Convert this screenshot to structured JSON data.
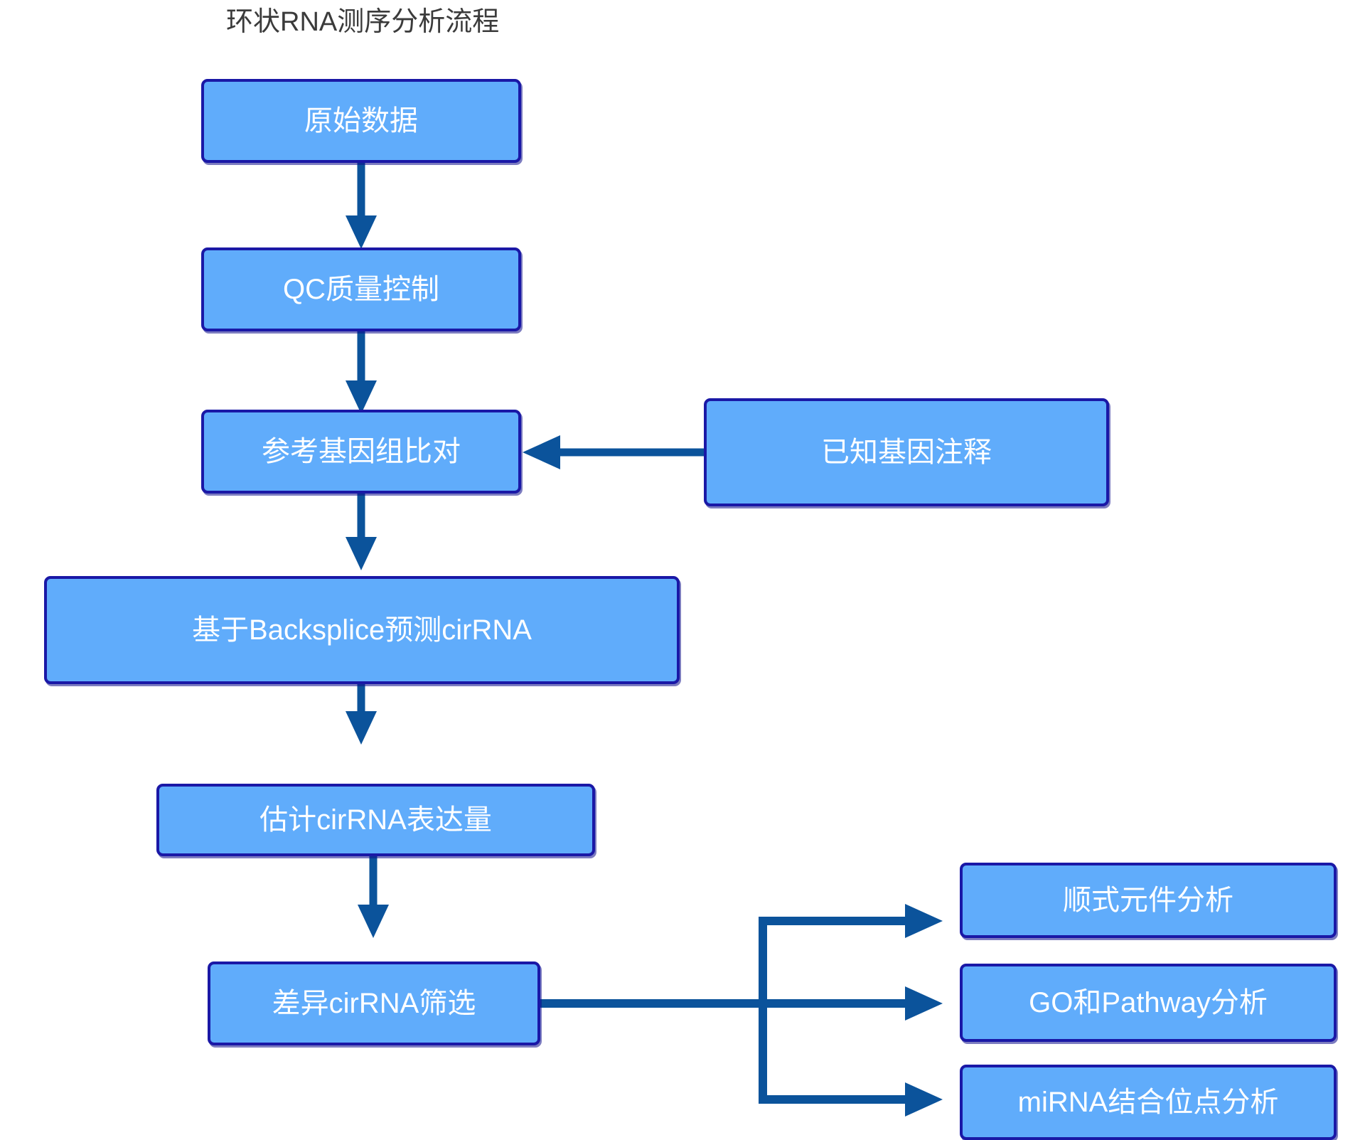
{
  "diagram": {
    "title": "环状RNA测序分析流程",
    "type": "flowchart",
    "colors": {
      "node_fill": "#60ACFB",
      "node_border": "#1A18A6",
      "node_text": "#FFFFFF",
      "connector": "#0B539B",
      "title_text": "#3B3B3B",
      "background": "#FFFFFF"
    },
    "nodes": [
      {
        "id": "raw_data",
        "label": "原始数据"
      },
      {
        "id": "qc",
        "label": "QC质量控制"
      },
      {
        "id": "genome_align",
        "label": "参考基因组比对"
      },
      {
        "id": "gene_annotation",
        "label": "已知基因注释"
      },
      {
        "id": "backsplice",
        "label": "基于Backsplice预测cirRNA"
      },
      {
        "id": "expression",
        "label": "估计cirRNA表达量"
      },
      {
        "id": "diff_screen",
        "label": "差异cirRNA筛选"
      },
      {
        "id": "cis_element",
        "label": "顺式元件分析"
      },
      {
        "id": "go_pathway",
        "label": "GO和Pathway分析"
      },
      {
        "id": "mirna_site",
        "label": "miRNA结合位点分析"
      }
    ],
    "edges": [
      {
        "from": "raw_data",
        "to": "qc",
        "direction": "down"
      },
      {
        "from": "qc",
        "to": "genome_align",
        "direction": "down"
      },
      {
        "from": "gene_annotation",
        "to": "genome_align",
        "direction": "left"
      },
      {
        "from": "genome_align",
        "to": "backsplice",
        "direction": "down"
      },
      {
        "from": "backsplice",
        "to": "expression",
        "direction": "down"
      },
      {
        "from": "expression",
        "to": "diff_screen",
        "direction": "down"
      },
      {
        "from": "diff_screen",
        "to": "cis_element",
        "direction": "right-branch-up"
      },
      {
        "from": "diff_screen",
        "to": "go_pathway",
        "direction": "right"
      },
      {
        "from": "diff_screen",
        "to": "mirna_site",
        "direction": "right-branch-down"
      }
    ]
  }
}
